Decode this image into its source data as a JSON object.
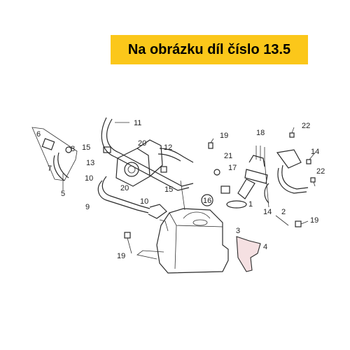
{
  "banner": {
    "text": "Na obrázku díl číslo 13.5",
    "color": "#fbc71a"
  },
  "diagram": {
    "highlight_color": "#f5e0e2",
    "labels": {
      "l11": "11",
      "l19a": "19",
      "l18": "18",
      "l22a": "22",
      "l6": "6",
      "l8": "8",
      "l15a": "15",
      "l20a": "20",
      "l12": "12",
      "l13": "13",
      "l21": "21",
      "l14a": "14",
      "l7": "7",
      "l17": "17",
      "l22b": "22",
      "l10a": "10",
      "l20b": "20",
      "l15b": "15",
      "l5": "5",
      "l16": "16",
      "l1": "1",
      "l9": "9",
      "l10b": "10",
      "l14b": "14",
      "l2": "2",
      "l19b": "19",
      "l3": "3",
      "l4": "4",
      "l19c": "19"
    }
  }
}
